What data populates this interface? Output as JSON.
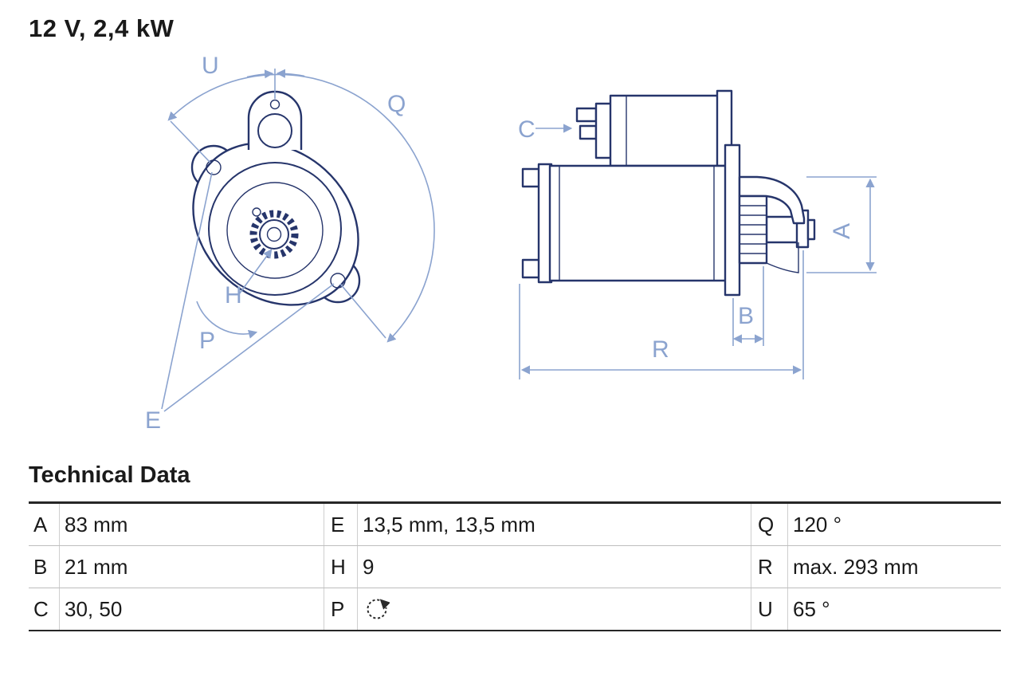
{
  "title": "12 V, 2,4 kW",
  "diagram": {
    "front_view": {
      "labels": {
        "u": "U",
        "q": "Q",
        "h": "H",
        "p": "P",
        "e": "E"
      }
    },
    "side_view": {
      "labels": {
        "c": "C",
        "a": "A",
        "b": "B",
        "r": "R"
      }
    },
    "colors": {
      "outline": "#26356b",
      "dimension": "#8ba3cf"
    }
  },
  "table": {
    "heading": "Technical Data",
    "colors": {
      "border_dark": "#262626",
      "border_light": "#cfcfcf",
      "text": "#1a1a1a"
    },
    "rows": [
      {
        "cells": [
          {
            "key": "A",
            "value": "83 mm"
          },
          {
            "key": "E",
            "value": "13,5 mm, 13,5 mm"
          },
          {
            "key": "Q",
            "value": "120 °"
          }
        ]
      },
      {
        "cells": [
          {
            "key": "B",
            "value": "21 mm"
          },
          {
            "key": "H",
            "value": "9"
          },
          {
            "key": "R",
            "value": "max. 293 mm"
          }
        ]
      },
      {
        "cells": [
          {
            "key": "C",
            "value": "30, 50"
          },
          {
            "key": "P",
            "value": "",
            "icon": "rotation-ccw-icon"
          },
          {
            "key": "U",
            "value": "65 °"
          }
        ]
      }
    ]
  }
}
